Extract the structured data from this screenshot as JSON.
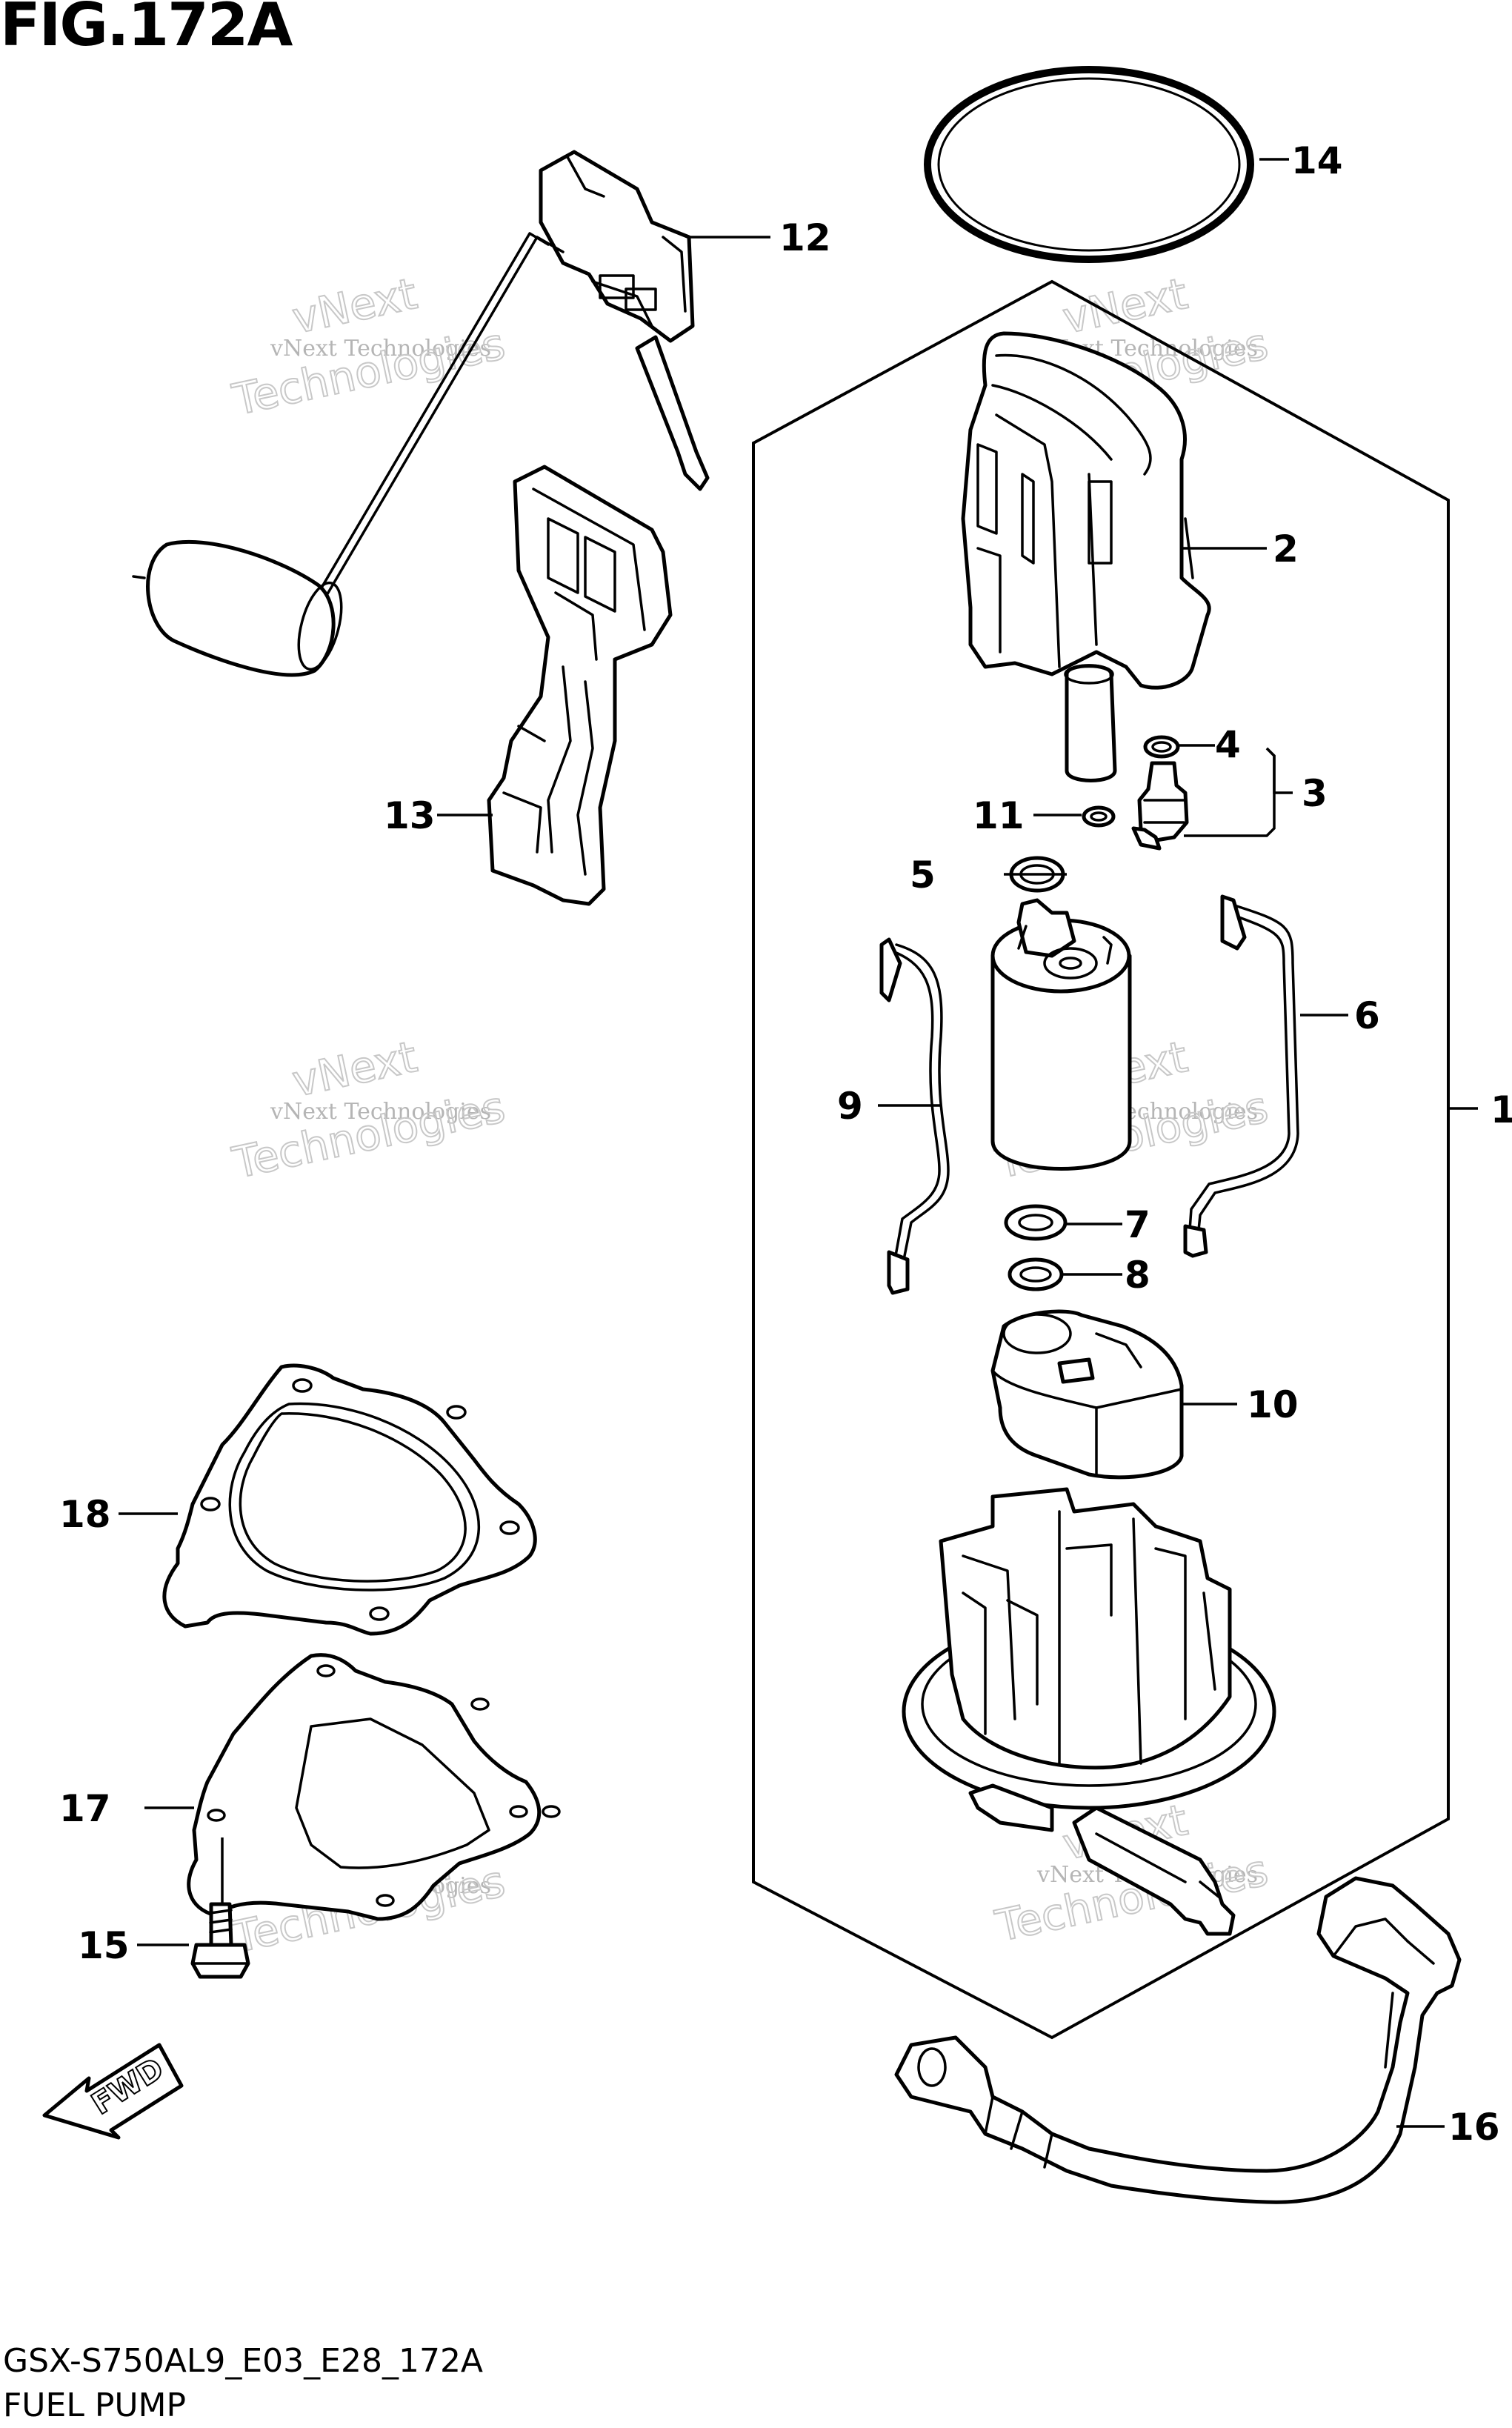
{
  "figure": {
    "title": "FIG.172A",
    "code": "GSX-S750AL9_E03_E28_172A",
    "name": "FUEL PUMP",
    "direction_label": "FWD"
  },
  "callouts": [
    "1",
    "2",
    "3",
    "4",
    "5",
    "6",
    "7",
    "8",
    "9",
    "10",
    "11",
    "12",
    "13",
    "14",
    "15",
    "16",
    "17",
    "18"
  ],
  "watermark": {
    "small": "vNext Technologies",
    "large_top": "vNext",
    "large_bottom": "Technologies"
  },
  "icons": {
    "direction": "fwd-arrow-icon"
  }
}
